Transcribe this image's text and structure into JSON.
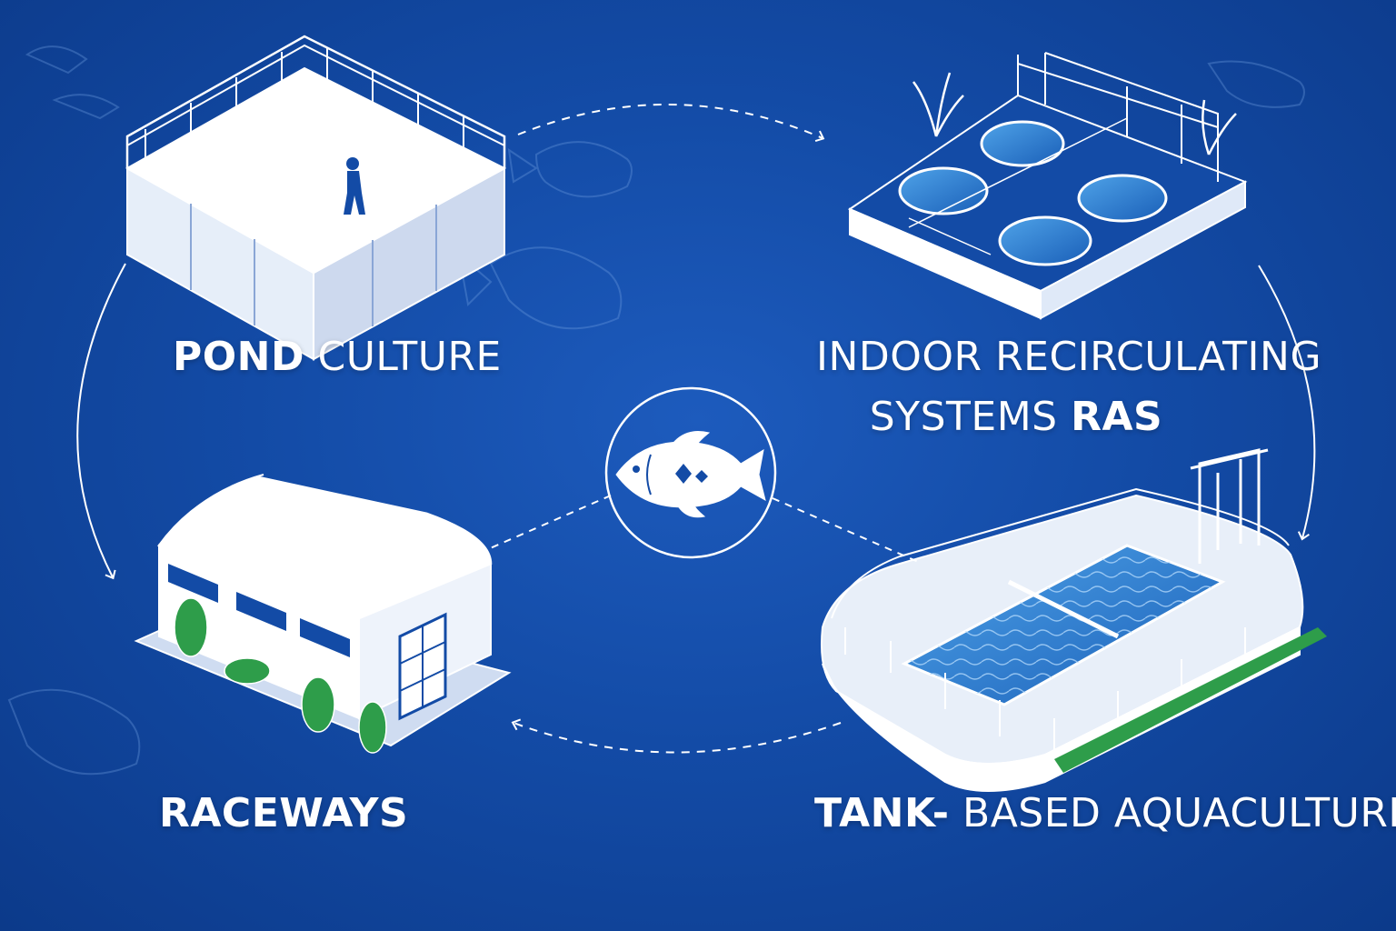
{
  "labels": {
    "pond": {
      "strong": "POND",
      "rest": " CULTURE"
    },
    "ras": {
      "line1": "INDOOR RECIRCULATING",
      "line2_rest": "SYSTEMS ",
      "line2_strong": "RAS"
    },
    "raceways": {
      "strong": "RACEWAYS"
    },
    "tank": {
      "strong": "TANK-",
      "rest": " BASED AQUACULTURE"
    }
  },
  "icons": [
    "pond-culture-illustration",
    "ras-illustration",
    "raceways-illustration",
    "tank-illustration",
    "fish-icon"
  ],
  "colors": {
    "background": "#134ba6",
    "line": "#ffffff",
    "water": "#2a7fd4"
  }
}
